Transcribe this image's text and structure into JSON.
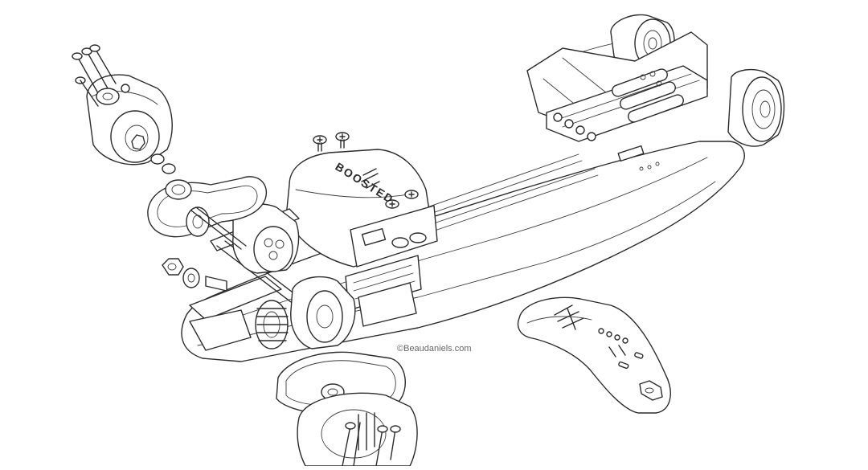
{
  "diagram": {
    "brand_text": "BOOSTED",
    "watermark": "©Beaudaniels.com",
    "colors": {
      "line": "#2b2b2b",
      "background": "#ffffff",
      "fill": "#ffffff"
    },
    "parts": [
      "deck",
      "front-truck",
      "front-wheel-left",
      "front-wheel-right",
      "battery-pack",
      "battery-cover",
      "esc-enclosure",
      "rear-truck",
      "motor-left",
      "motor-right",
      "drive-belt-upper",
      "drive-belt-lower",
      "pulley-upper",
      "pulley-lower",
      "rear-wheel-upper",
      "rear-wheel-lower",
      "axle-nut",
      "washer",
      "mounting-screws",
      "remote-control"
    ]
  }
}
